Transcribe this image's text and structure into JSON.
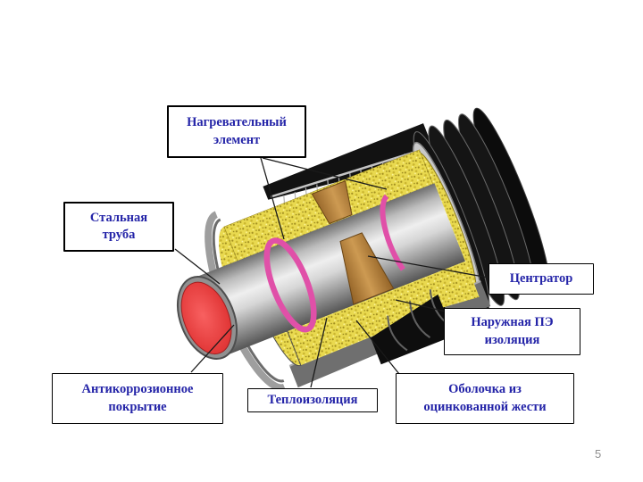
{
  "slide": {
    "background_color": "#ffffff",
    "page_number": "5",
    "label_text_color": "#2424a8",
    "label_border_color": "#000000"
  },
  "labels": {
    "heating_element": "Нагревательный элемент",
    "steel_pipe": "Стальная труба",
    "centrator": "Центратор",
    "outer_pe_insulation": "Наружная ПЭ изоляция",
    "anticorrosion_coating": "Антикоррозионное покрытие",
    "thermal_insulation": "Теплоизоляция",
    "galvanized_shell": "Оболочка из оцинкованной жести"
  },
  "diagram": {
    "type": "cutaway-insulated-pipe-illustration",
    "parts": [
      {
        "name": "steel-pipe",
        "color": "#c8c8c8"
      },
      {
        "name": "anticorrosion-coating-face",
        "color": "#e04040"
      },
      {
        "name": "heating-element-ring",
        "color": "#e050a8"
      },
      {
        "name": "thermal-insulation",
        "color": "#e9d94f"
      },
      {
        "name": "centrator-spacer",
        "color": "#b5762f"
      },
      {
        "name": "outer-pe-jacket",
        "color": "#141414"
      },
      {
        "name": "galvanized-tin-shell",
        "color": "#c9c9c9"
      }
    ]
  }
}
